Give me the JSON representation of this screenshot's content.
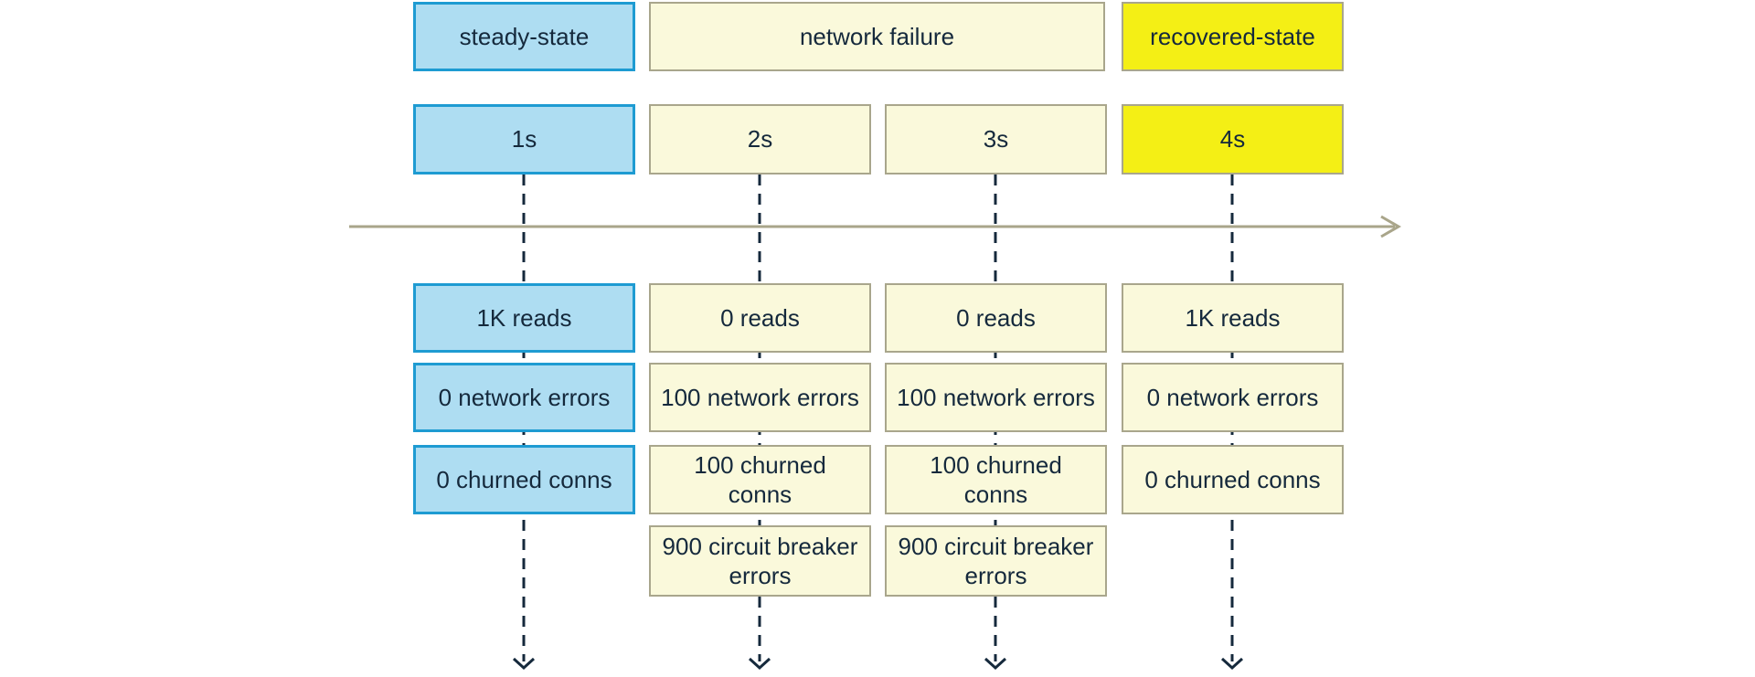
{
  "palette": {
    "background": "#FFFFFF",
    "blue_fill": "#AEDDF2",
    "blue_border": "#1E9BD2",
    "cream_fill": "#FAF9DB",
    "yellow_fill": "#F4EF15",
    "neutral_border": "#A9A68C",
    "ink": "#15293C",
    "axis": "#A9A58A"
  },
  "states": [
    {
      "label": "steady-state",
      "variant": "blue"
    },
    {
      "label": "network failure",
      "variant": "cream"
    },
    {
      "label": "recovered-state",
      "variant": "yellow"
    }
  ],
  "columns": [
    {
      "time": "1s",
      "time_variant": "blue",
      "metric_variant": "blue",
      "metrics": {
        "reads": "1K reads",
        "network": "0 network errors",
        "churned": "0 churned conns"
      }
    },
    {
      "time": "2s",
      "time_variant": "cream",
      "metric_variant": "cream",
      "metrics": {
        "reads": "0 reads",
        "network": "100 network errors",
        "churned": "100 churned conns",
        "circuit": "900 circuit breaker errors"
      }
    },
    {
      "time": "3s",
      "time_variant": "cream",
      "metric_variant": "cream",
      "metrics": {
        "reads": "0 reads",
        "network": "100 network errors",
        "churned": "100 churned conns",
        "circuit": "900 circuit breaker errors"
      }
    },
    {
      "time": "4s",
      "time_variant": "yellow",
      "metric_variant": "cream",
      "metrics": {
        "reads": "1K reads",
        "network": "0 network errors",
        "churned": "0 churned conns"
      }
    }
  ]
}
